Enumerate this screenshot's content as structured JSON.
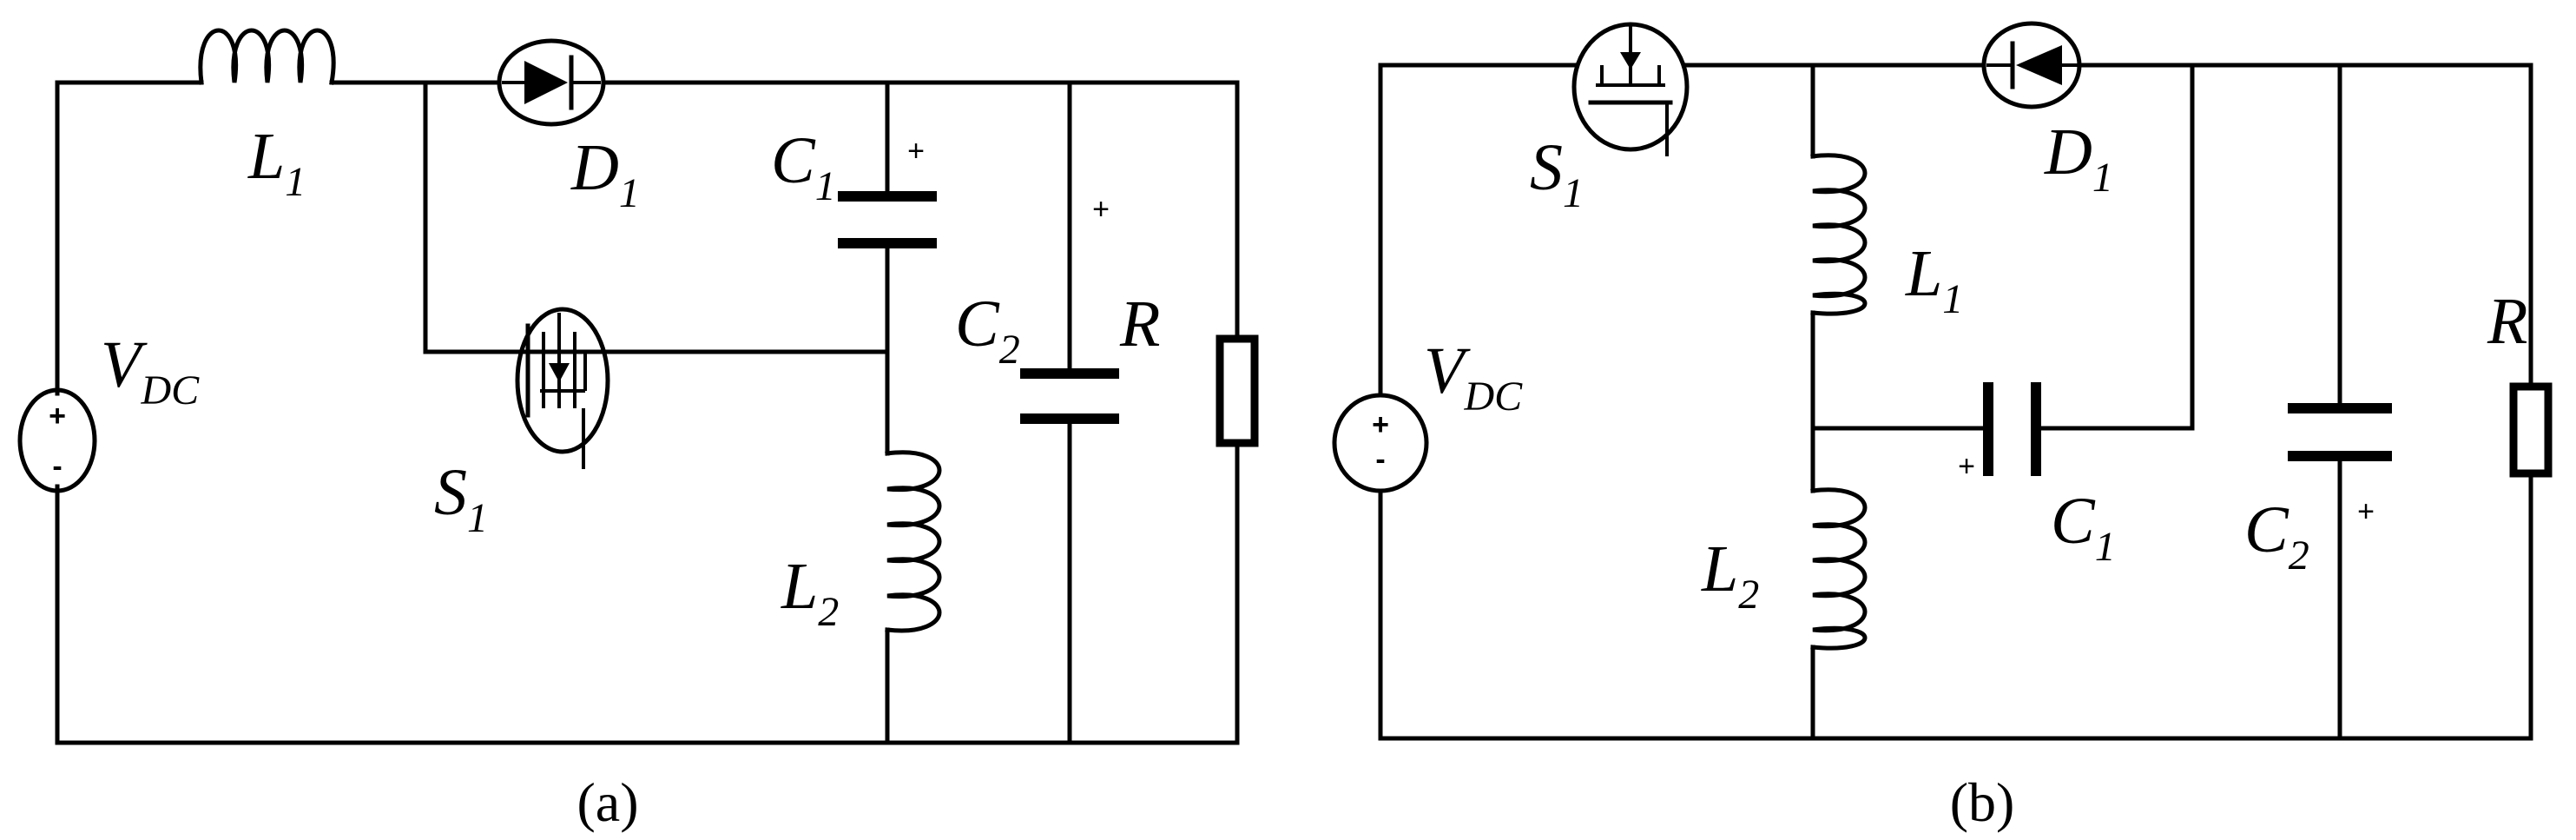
{
  "circuit_a": {
    "caption": "(a)",
    "source": {
      "name": "V",
      "sub": "DC",
      "plus": "+",
      "minus": "-"
    },
    "inductor_1": {
      "name": "L",
      "sub": "1"
    },
    "diode_1": {
      "name": "D",
      "sub": "1"
    },
    "capacitor_1": {
      "name": "C",
      "sub": "1",
      "polarity": "+"
    },
    "capacitor_2": {
      "name": "C",
      "sub": "2",
      "polarity": "+"
    },
    "switch_1": {
      "name": "S",
      "sub": "1"
    },
    "inductor_2": {
      "name": "L",
      "sub": "2"
    },
    "load": {
      "name": "R"
    }
  },
  "circuit_b": {
    "caption": "(b)",
    "source": {
      "name": "V",
      "sub": "DC",
      "plus": "+",
      "minus": "-"
    },
    "switch_1": {
      "name": "S",
      "sub": "1"
    },
    "diode_1": {
      "name": "D",
      "sub": "1"
    },
    "inductor_1": {
      "name": "L",
      "sub": "1"
    },
    "inductor_2": {
      "name": "L",
      "sub": "2"
    },
    "capacitor_1": {
      "name": "C",
      "sub": "1",
      "polarity": "+"
    },
    "capacitor_2": {
      "name": "C",
      "sub": "2",
      "polarity": "+"
    },
    "load": {
      "name": "R"
    }
  }
}
